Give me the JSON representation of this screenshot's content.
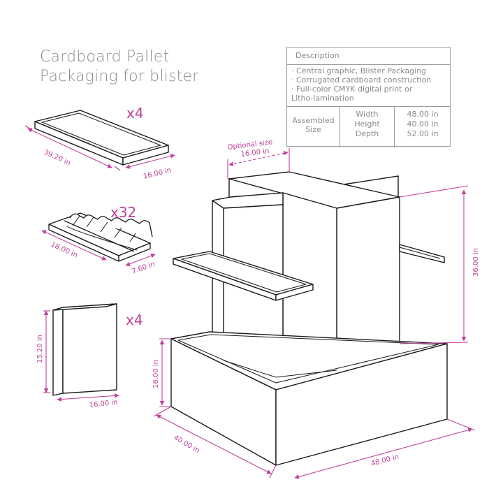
{
  "title": {
    "line1": "Cardboard Pallet",
    "line2": "Packaging for blister"
  },
  "components": [
    {
      "name": "tray",
      "quantity": "x4",
      "dim_length": "39.20 in",
      "dim_width": "16.00 in"
    },
    {
      "name": "blister-insert",
      "quantity": "x32",
      "dim_length": "18.00 in",
      "dim_width": "7.60 in"
    },
    {
      "name": "panel",
      "quantity": "x4",
      "dim_height": "15.20 in",
      "dim_width": "16.00 in"
    }
  ],
  "spec_table": {
    "header": "Description",
    "description_lines": [
      "· Central graphic, Blister Packaging",
      "· Corrugated cardboard construction",
      "· Full-color CMYK digital print or",
      "Litho-lamination"
    ],
    "assembled_label_1": "Assembled",
    "assembled_label_2": "Size",
    "labels": [
      "Width",
      "Height",
      "Depth"
    ],
    "values": [
      "48.00 in",
      "40.00 in",
      "52.00 in"
    ]
  },
  "main_dimensions": {
    "optional_label": "Optional size",
    "optional_value": "16.00 in",
    "height": "36.00 in",
    "base_height": "16.00 in",
    "depth": "40.00 in",
    "width": "48.00 in"
  },
  "colors": {
    "dimension": "#c0409a",
    "outline": "#1a1a1a",
    "text_gray": "#8a8a8a"
  }
}
